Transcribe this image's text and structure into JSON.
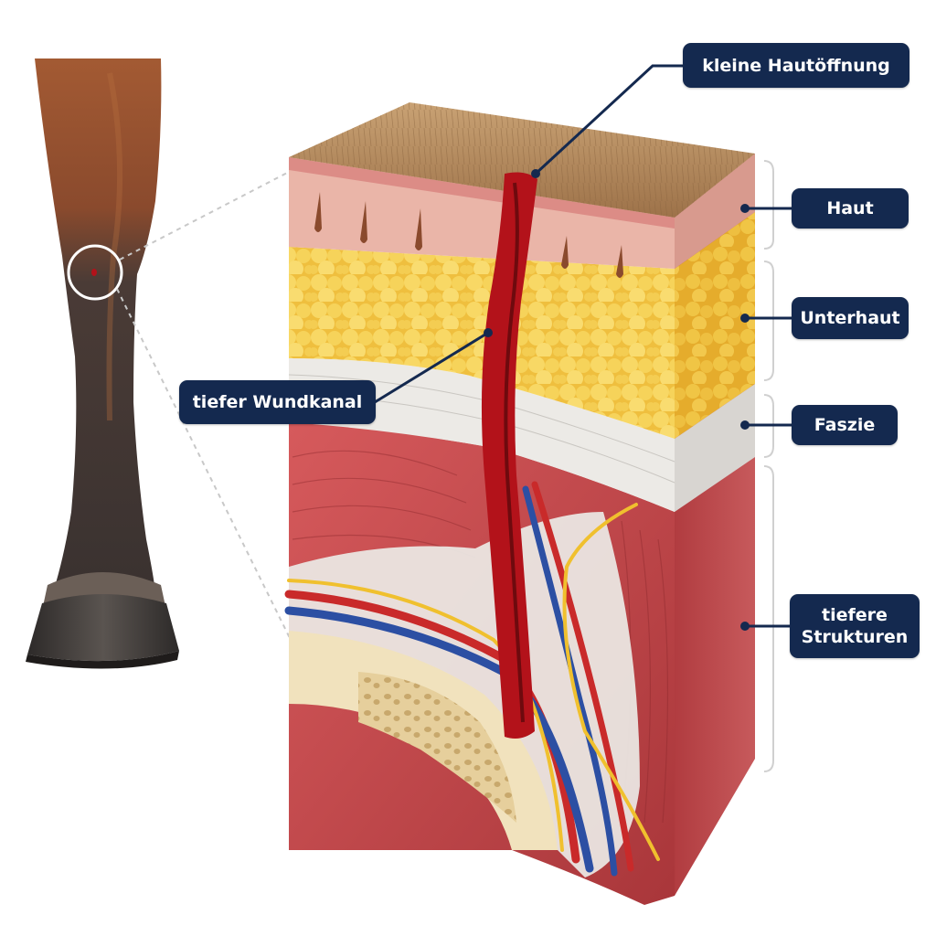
{
  "labels": {
    "opening": "kleine Hautöffnung",
    "haut": "Haut",
    "unterhaut": "Unterhaut",
    "faszie": "Faszie",
    "tiefere_line1": "tiefere",
    "tiefere_line2": "Strukturen",
    "wundkanal": "tiefer Wundkanal"
  },
  "colors": {
    "label_bg": "#14294f",
    "label_text": "#ffffff",
    "hair": "#b98d5e",
    "skin": "#e9a6a0",
    "fat": "#f4c84a",
    "fascia": "#e8e6e3",
    "muscle": "#c9464a",
    "wound": "#b3121a",
    "bone": "#efdcb0",
    "vein": "#2c4fa3",
    "artery": "#c92a2a",
    "nerve": "#f0c02e",
    "horse_coat": "#9a5532",
    "horse_dark": "#3d3431",
    "hoof": "#3b3634"
  }
}
